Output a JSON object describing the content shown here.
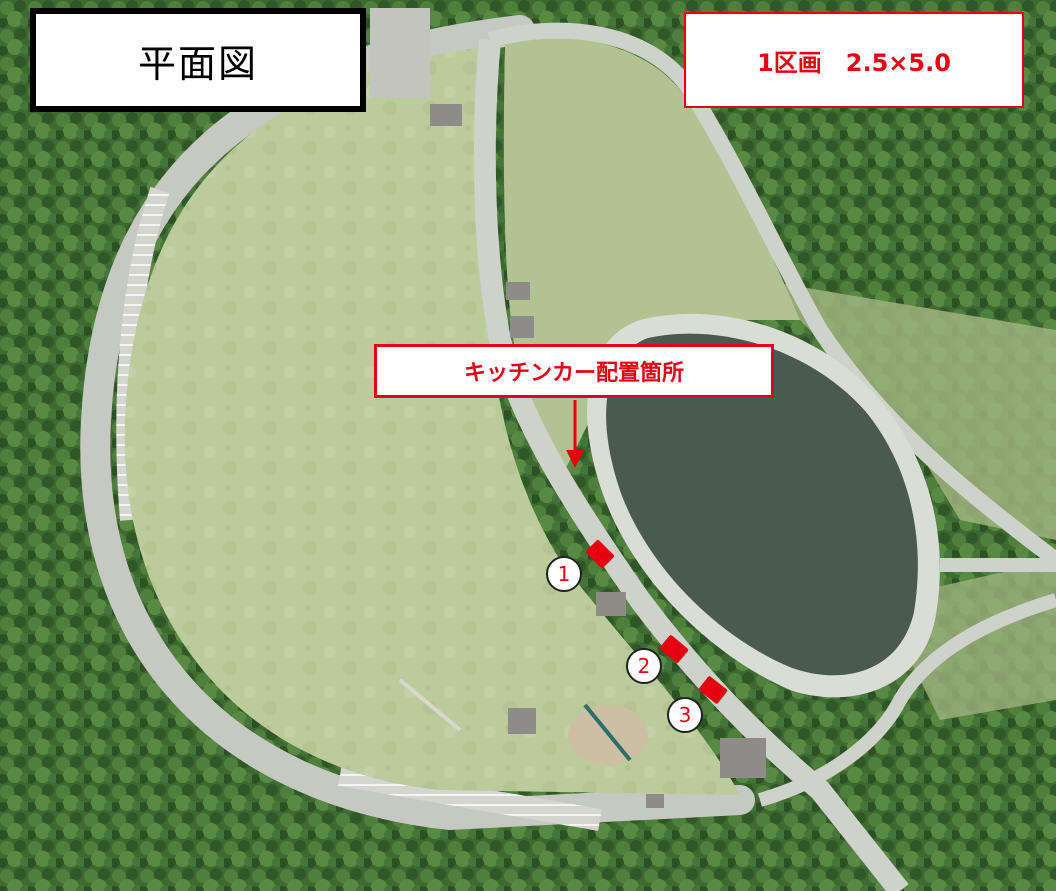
{
  "title": "平面図",
  "scale_note": "1区画　2.5×5.0",
  "callout": "キッチンカー配置箇所",
  "spots": [
    {
      "number": "1"
    },
    {
      "number": "2"
    },
    {
      "number": "3"
    }
  ],
  "colors": {
    "accent_red": "#e60012",
    "forest": "#3f6b33",
    "meadow": "#b9c89a",
    "road": "#c9c9c4",
    "pond_water": "#4b5a50",
    "pond_rim": "#d9dcd6"
  }
}
